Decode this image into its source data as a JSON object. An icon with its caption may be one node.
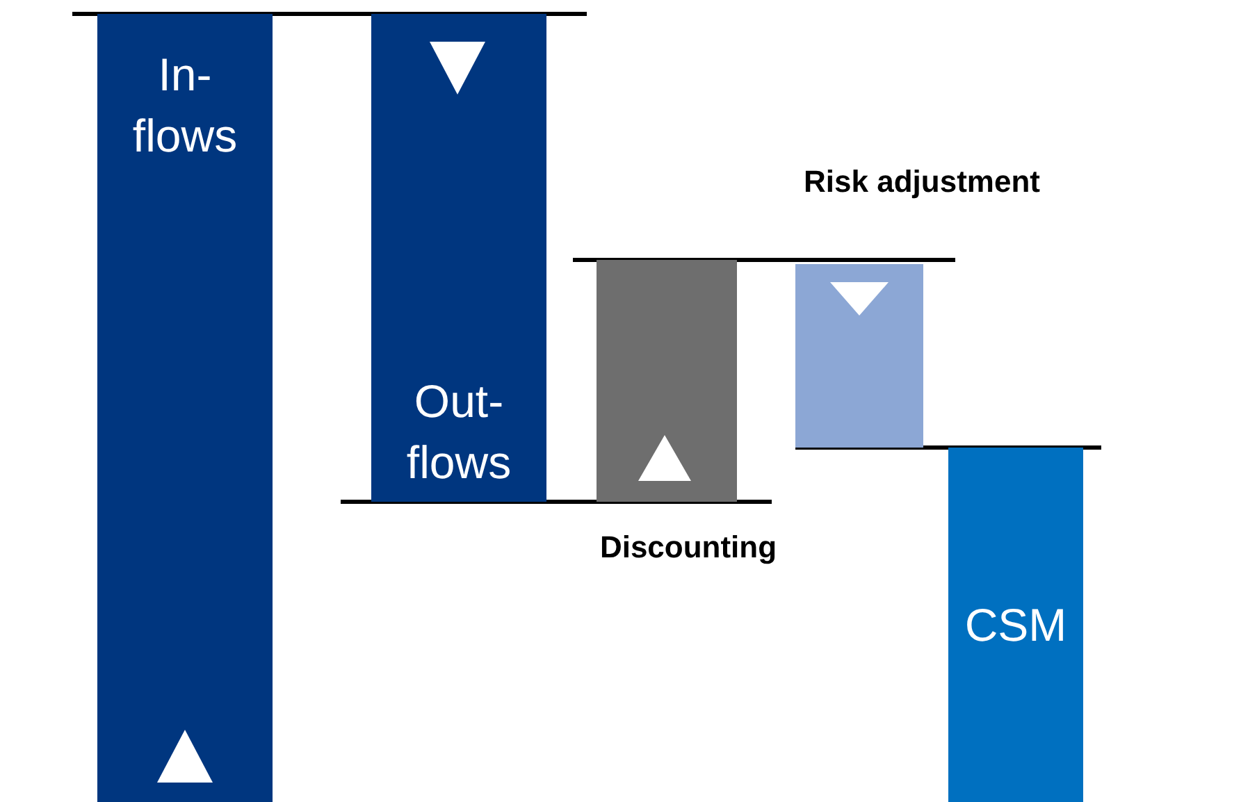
{
  "diagram": {
    "nodes": [
      {
        "text": [
          "In- flows"
        ]
      },
      {
        "text": [
          "Out- flows"
        ]
      },
      {
        "text": [
          "Discounting"
        ]
      },
      {
        "text": [
          "Risk adjustment"
        ]
      },
      {
        "text": [
          "CSM"
        ]
      }
    ]
  }
}
